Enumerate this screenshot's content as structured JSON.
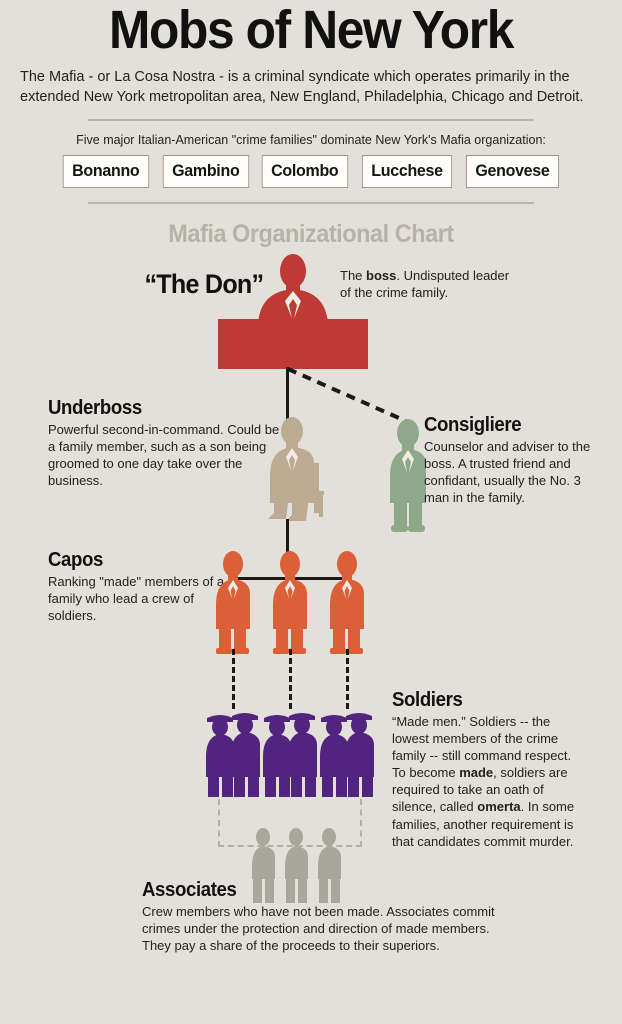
{
  "header": {
    "title": "Mobs of New York",
    "intro": "The Mafia - or La Cosa Nostra - is a criminal syndicate which operates primarily in the extended New York metropolitan area, New England, Philadelphia, Chicago and Detroit.",
    "families_intro": "Five major Italian-American \"crime families\" dominate New York's Mafia organization:",
    "families": [
      "Bonanno",
      "Gambino",
      "Colombo",
      "Lucchese",
      "Genovese"
    ]
  },
  "chart": {
    "title": "Mafia Organizational Chart",
    "don_label": "“The Don”",
    "roles": {
      "boss": {
        "desc_pre": "The ",
        "desc_bold": "boss",
        "desc_post": ". Undisputed leader of the crime family."
      },
      "underboss": {
        "heading": "Underboss",
        "body": "Powerful second-in-command. Could be a family member, such as a son being groomed to one day take over the business."
      },
      "consigliere": {
        "heading": "Consigliere",
        "body": "Counselor and adviser to the boss. A trusted friend and confidant, usually the No. 3 man in the family."
      },
      "capos": {
        "heading": "Capos",
        "body": "Ranking \"made\" members of a family who lead a crew of soldiers."
      },
      "soldiers": {
        "heading": "Soldiers",
        "body_1": "“Made men.” Soldiers -- the lowest members of the crime family -- still command respect. To become ",
        "bold_1": "made",
        "body_2": ", soldiers are required to take an oath of silence, called ",
        "bold_2": "omerta",
        "body_3": ". In some families, another requirement is that candidates commit murder."
      },
      "associates": {
        "heading": "Associates",
        "body": "Crew members who have not been made. Associates commit crimes under the protection and direction of made members. They pay a share of the proceeds to their superiors."
      }
    }
  },
  "colors": {
    "background": "#e3e0d9",
    "boss_red": "#bd3a35",
    "underboss_tan": "#bdaa93",
    "consigliere_green": "#8fa88a",
    "capo_orange": "#db6038",
    "soldier_purple": "#51247f",
    "associate_gray": "#a9a69d",
    "chart_title_gray": "#b6b2a9",
    "line_black": "#1b1a18"
  }
}
